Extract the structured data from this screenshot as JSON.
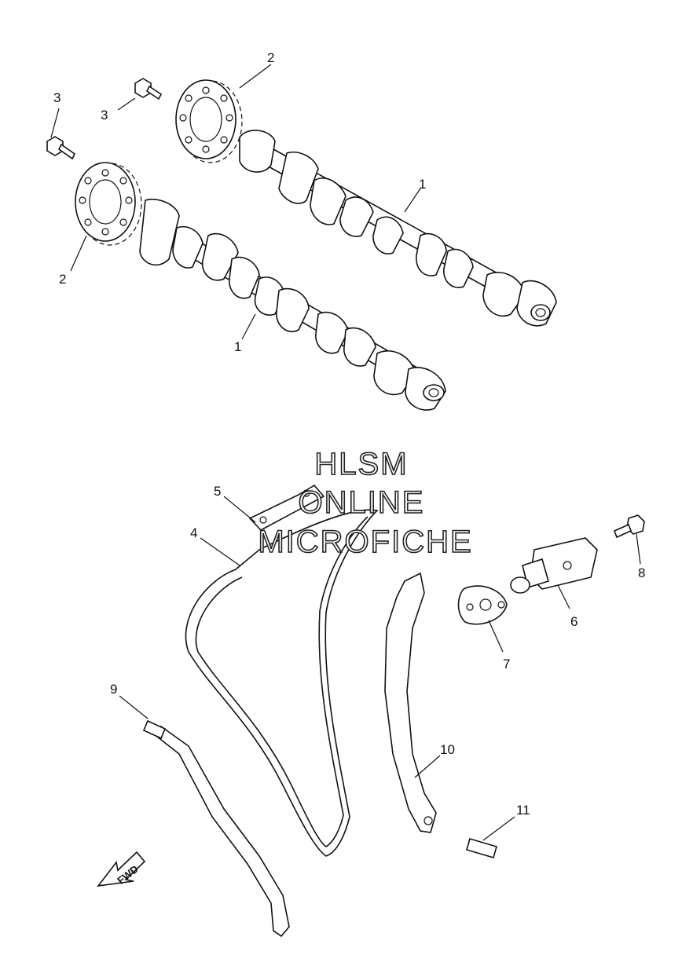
{
  "watermark": {
    "line1": "HLSM",
    "line2": "ONLINE",
    "line3": "MICROFICHE"
  },
  "fwd_label": "FWD",
  "callouts": {
    "c1a": "1",
    "c1b": "1",
    "c2a": "2",
    "c2b": "2",
    "c3a": "3",
    "c3b": "3",
    "c4": "4",
    "c5": "5",
    "c6": "6",
    "c7": "7",
    "c8": "8",
    "c9": "9",
    "c10": "10",
    "c11": "11"
  }
}
